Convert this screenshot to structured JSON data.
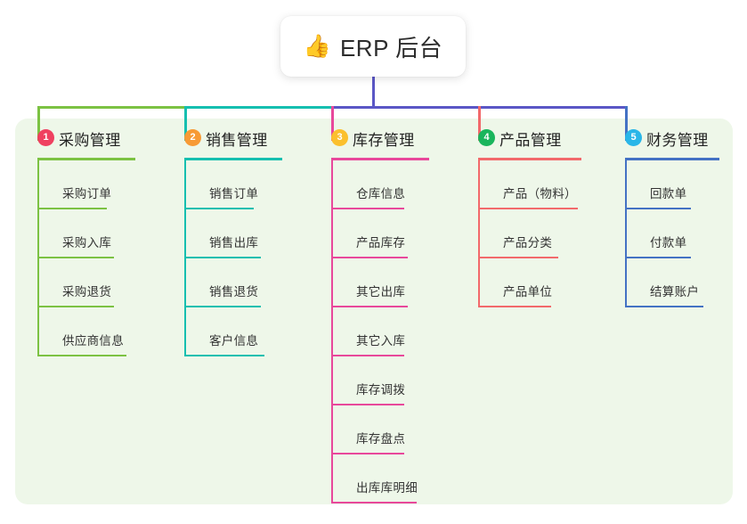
{
  "root": {
    "icon": "thumbs-up-icon",
    "icon_glyph": "👍",
    "title": "ERP 后台"
  },
  "panel": {
    "background_color": "#eef7e9"
  },
  "connectors": {
    "trunk_color": "#5b57c6",
    "bar_colors": [
      "#7cc243",
      "#16bfb0",
      "#5b57c6",
      "#5b57c6"
    ],
    "drop_colors": [
      "#7cc243",
      "#16bfb0",
      "#e8489b",
      "#f2696b",
      "#4472c4"
    ]
  },
  "columns": [
    {
      "index": "1",
      "title": "采购管理",
      "badge_color": "#ef4060",
      "line_color": "#7cc243",
      "items": [
        {
          "label": "采购订单",
          "rule_width": 78
        },
        {
          "label": "采购入库",
          "rule_width": 86
        },
        {
          "label": "采购退货",
          "rule_width": 86
        },
        {
          "label": "供应商信息",
          "rule_width": 100
        }
      ]
    },
    {
      "index": "2",
      "title": "销售管理",
      "badge_color": "#f79a35",
      "line_color": "#16bfb0",
      "items": [
        {
          "label": "销售订单",
          "rule_width": 78
        },
        {
          "label": "销售出库",
          "rule_width": 86
        },
        {
          "label": "销售退货",
          "rule_width": 86
        },
        {
          "label": "客户信息",
          "rule_width": 90
        }
      ]
    },
    {
      "index": "3",
      "title": "库存管理",
      "badge_color": "#fbc02d",
      "line_color": "#e8489b",
      "items": [
        {
          "label": "仓库信息",
          "rule_width": 82
        },
        {
          "label": "产品库存",
          "rule_width": 86
        },
        {
          "label": "其它出库",
          "rule_width": 86
        },
        {
          "label": "其它入库",
          "rule_width": 82
        },
        {
          "label": "库存调拨",
          "rule_width": 82
        },
        {
          "label": "库存盘点",
          "rule_width": 82
        },
        {
          "label": "出库库明细",
          "rule_width": 96
        }
      ]
    },
    {
      "index": "4",
      "title": "产品管理",
      "badge_color": "#19b55c",
      "line_color": "#f2696b",
      "items": [
        {
          "label": "产品（物料）",
          "rule_width": 112
        },
        {
          "label": "产品分类",
          "rule_width": 90
        },
        {
          "label": "产品单位",
          "rule_width": 82
        }
      ]
    },
    {
      "index": "5",
      "title": "财务管理",
      "badge_color": "#29b6e8",
      "line_color": "#4472c4",
      "items": [
        {
          "label": "回款单",
          "rule_width": 74
        },
        {
          "label": "付款单",
          "rule_width": 74
        },
        {
          "label": "结算账户",
          "rule_width": 88
        }
      ]
    }
  ]
}
